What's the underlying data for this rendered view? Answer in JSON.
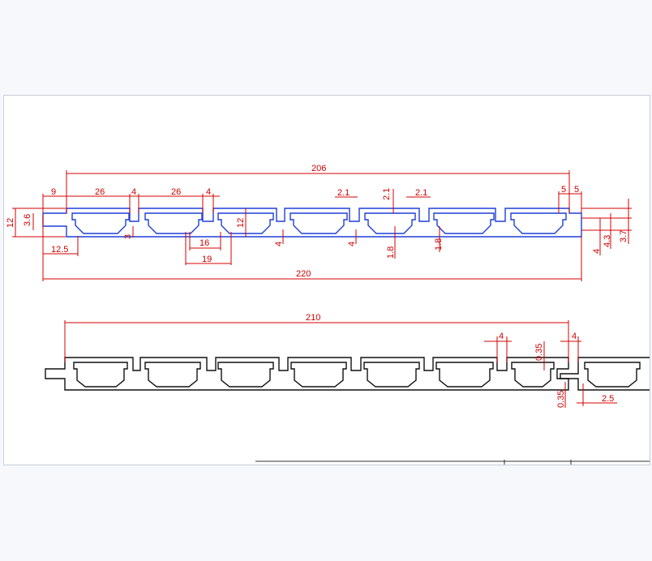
{
  "colors": {
    "profile_top": "#1f3fd8",
    "profile_bottom": "#111111",
    "dimension": "#d60000",
    "paper": "#ffffff",
    "background": "#f6f8fc"
  },
  "top_view": {
    "dims": {
      "d206": "206",
      "d9": "9",
      "d26a": "26",
      "d4a": "4",
      "d26b": "26",
      "d4b": "4",
      "d21a": "2.1",
      "d21b": "2.1",
      "d21c": "2.1",
      "d5a": "5",
      "d5b": "5",
      "d12left": "12",
      "d36": "3.6",
      "d3": "3",
      "d12mid": "12",
      "d4c": "4",
      "d4d": "4",
      "d18a": "1.8",
      "d18b": "1.8",
      "d16": "16",
      "d19": "19",
      "d125": "12.5",
      "d220": "220",
      "d4e": "4",
      "d43": "4.3",
      "d37": "3.7"
    }
  },
  "bottom_view": {
    "dims": {
      "d210": "210",
      "d4f": "4",
      "d4g": "4",
      "d035a": "0.35",
      "d035b": "0.35",
      "d25": "2.5"
    }
  }
}
